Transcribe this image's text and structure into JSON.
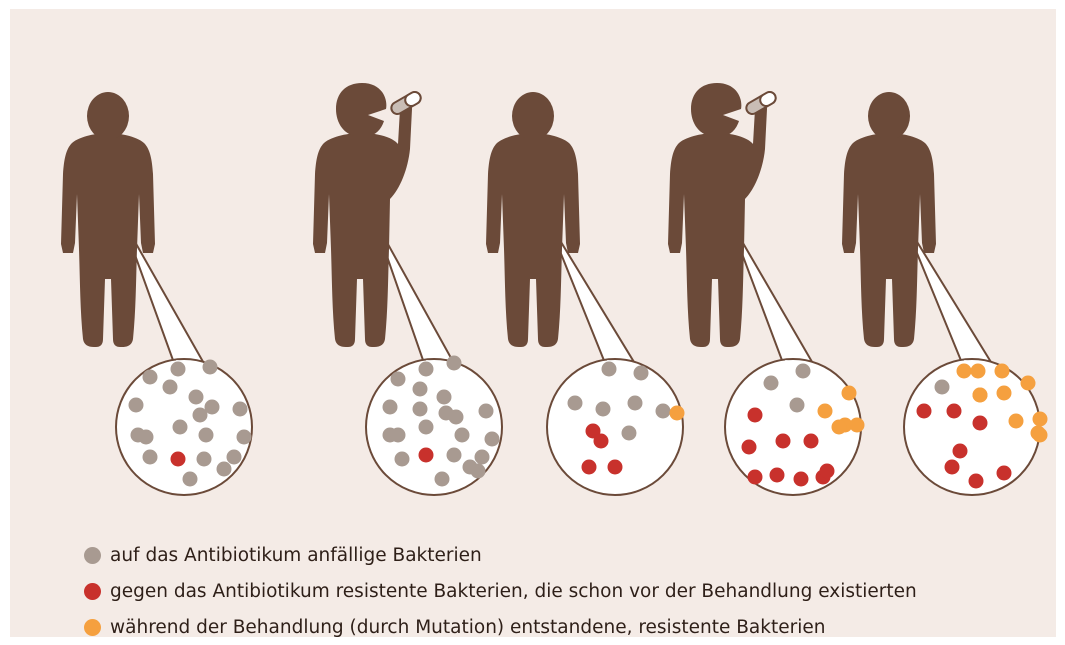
{
  "colors": {
    "background": "#f4ebe6",
    "figure": "#6b4a39",
    "susceptible": "#a89a91",
    "resistant": "#c8312c",
    "mutated": "#f5a03f",
    "circle_border": "#6b4a39",
    "pill_shell": "#c9bdb5"
  },
  "figures": [
    {
      "drinking": false,
      "susceptible": 19,
      "resistant": 1,
      "mutated": 0
    },
    {
      "drinking": true,
      "susceptible": 21,
      "resistant": 1,
      "mutated": 0
    },
    {
      "drinking": false,
      "susceptible": 7,
      "resistant": 4,
      "mutated": 1
    },
    {
      "drinking": true,
      "susceptible": 3,
      "resistant": 9,
      "mutated": 5
    },
    {
      "drinking": false,
      "susceptible": 1,
      "resistant": 7,
      "mutated": 11
    }
  ],
  "legend": [
    {
      "color_key": "susceptible",
      "label": "auf das Antibiotikum anfällige Bakterien"
    },
    {
      "color_key": "resistant",
      "label": "gegen das Antibiotikum resistente Bakterien, die schon vor der Behandlung existierten"
    },
    {
      "color_key": "mutated",
      "label": "während der Behandlung (durch Mutation) entstandene, resistente Bakterien"
    }
  ]
}
